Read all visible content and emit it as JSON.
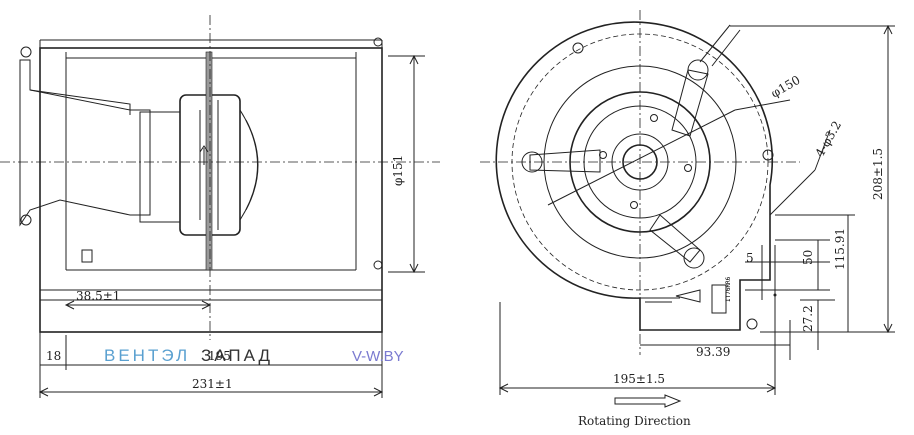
{
  "side_view": {
    "dim_offset": "38.5±1",
    "dim_diameter": "φ151",
    "dim_left": "18",
    "dim_center": "195",
    "dim_width": "231±1"
  },
  "front_view": {
    "dim_bolt_circle": "φ150",
    "dim_holes": "4-φ3.2",
    "dim_height": "208±1.5",
    "dim_outlet_h": "115.91",
    "dim_50": "50",
    "dim_5": "5",
    "dim_27": "27.2",
    "dim_93": "93.39",
    "dim_width": "195±1.5",
    "label_code": "IT76RR6"
  },
  "rotating_direction": "Rotating Direction",
  "watermark": {
    "brand_a": "ВЕНТЭЛ",
    "brand_b": "ЗАПАД",
    "site": "V-W.BY",
    "color_a": "#5aa0d0",
    "color_b": "#333333",
    "color_site": "#7a7ad0"
  }
}
